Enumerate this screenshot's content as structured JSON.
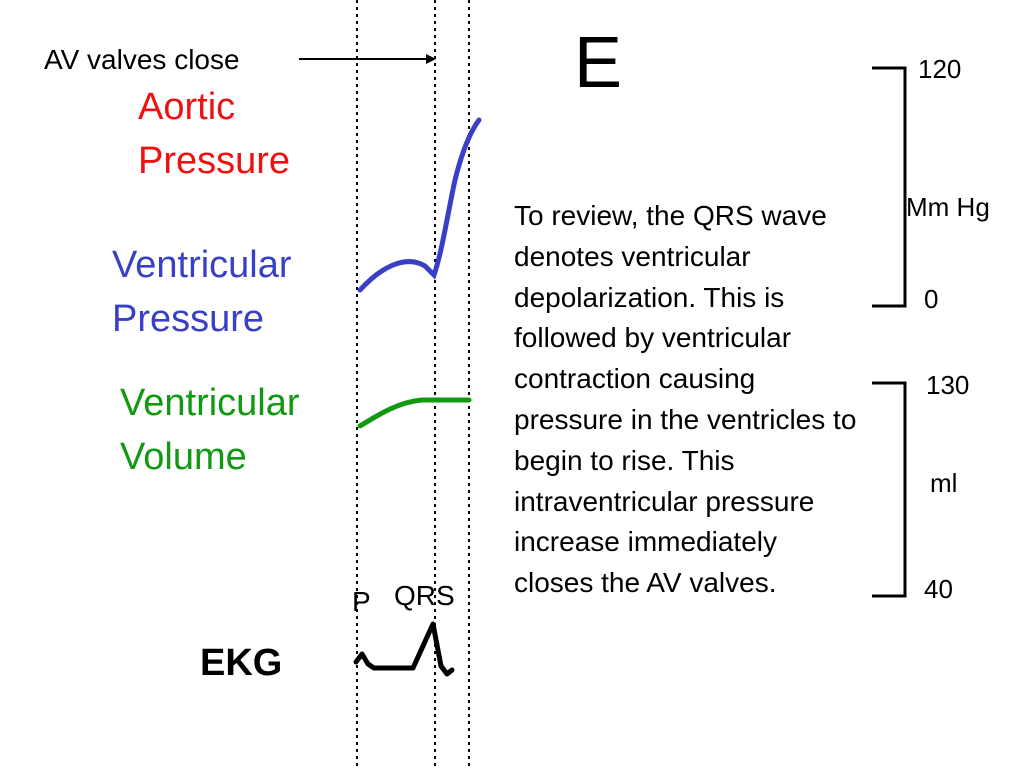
{
  "annotation": {
    "label": "AV valves close"
  },
  "stage_letter": "E",
  "traces": {
    "aortic_label_line1": "Aortic",
    "aortic_label_line2": "Pressure",
    "ventricular_pressure_line1": "Ventricular",
    "ventricular_pressure_line2": "Pressure",
    "ventricular_volume_line1": "Ventricular",
    "ventricular_volume_line2": "Volume",
    "ekg_label": "EKG",
    "p_wave": "P",
    "qrs": "QRS"
  },
  "review_text": "To review, the QRS wave denotes ventricular depolarization.  This is followed by ventricular contraction causing pressure in the ventricles to begin to rise.  This intraventricular pressure increase immediately closes the AV valves.",
  "pressure_scale": {
    "max": "120",
    "unit": "Mm Hg",
    "min": "0"
  },
  "volume_scale": {
    "max": "130",
    "unit": "ml",
    "min": "40"
  },
  "colors": {
    "aortic": "#ee1111",
    "ventricular_pressure": "#3a3fc8",
    "ventricular_volume": "#119911",
    "text": "#000000"
  }
}
